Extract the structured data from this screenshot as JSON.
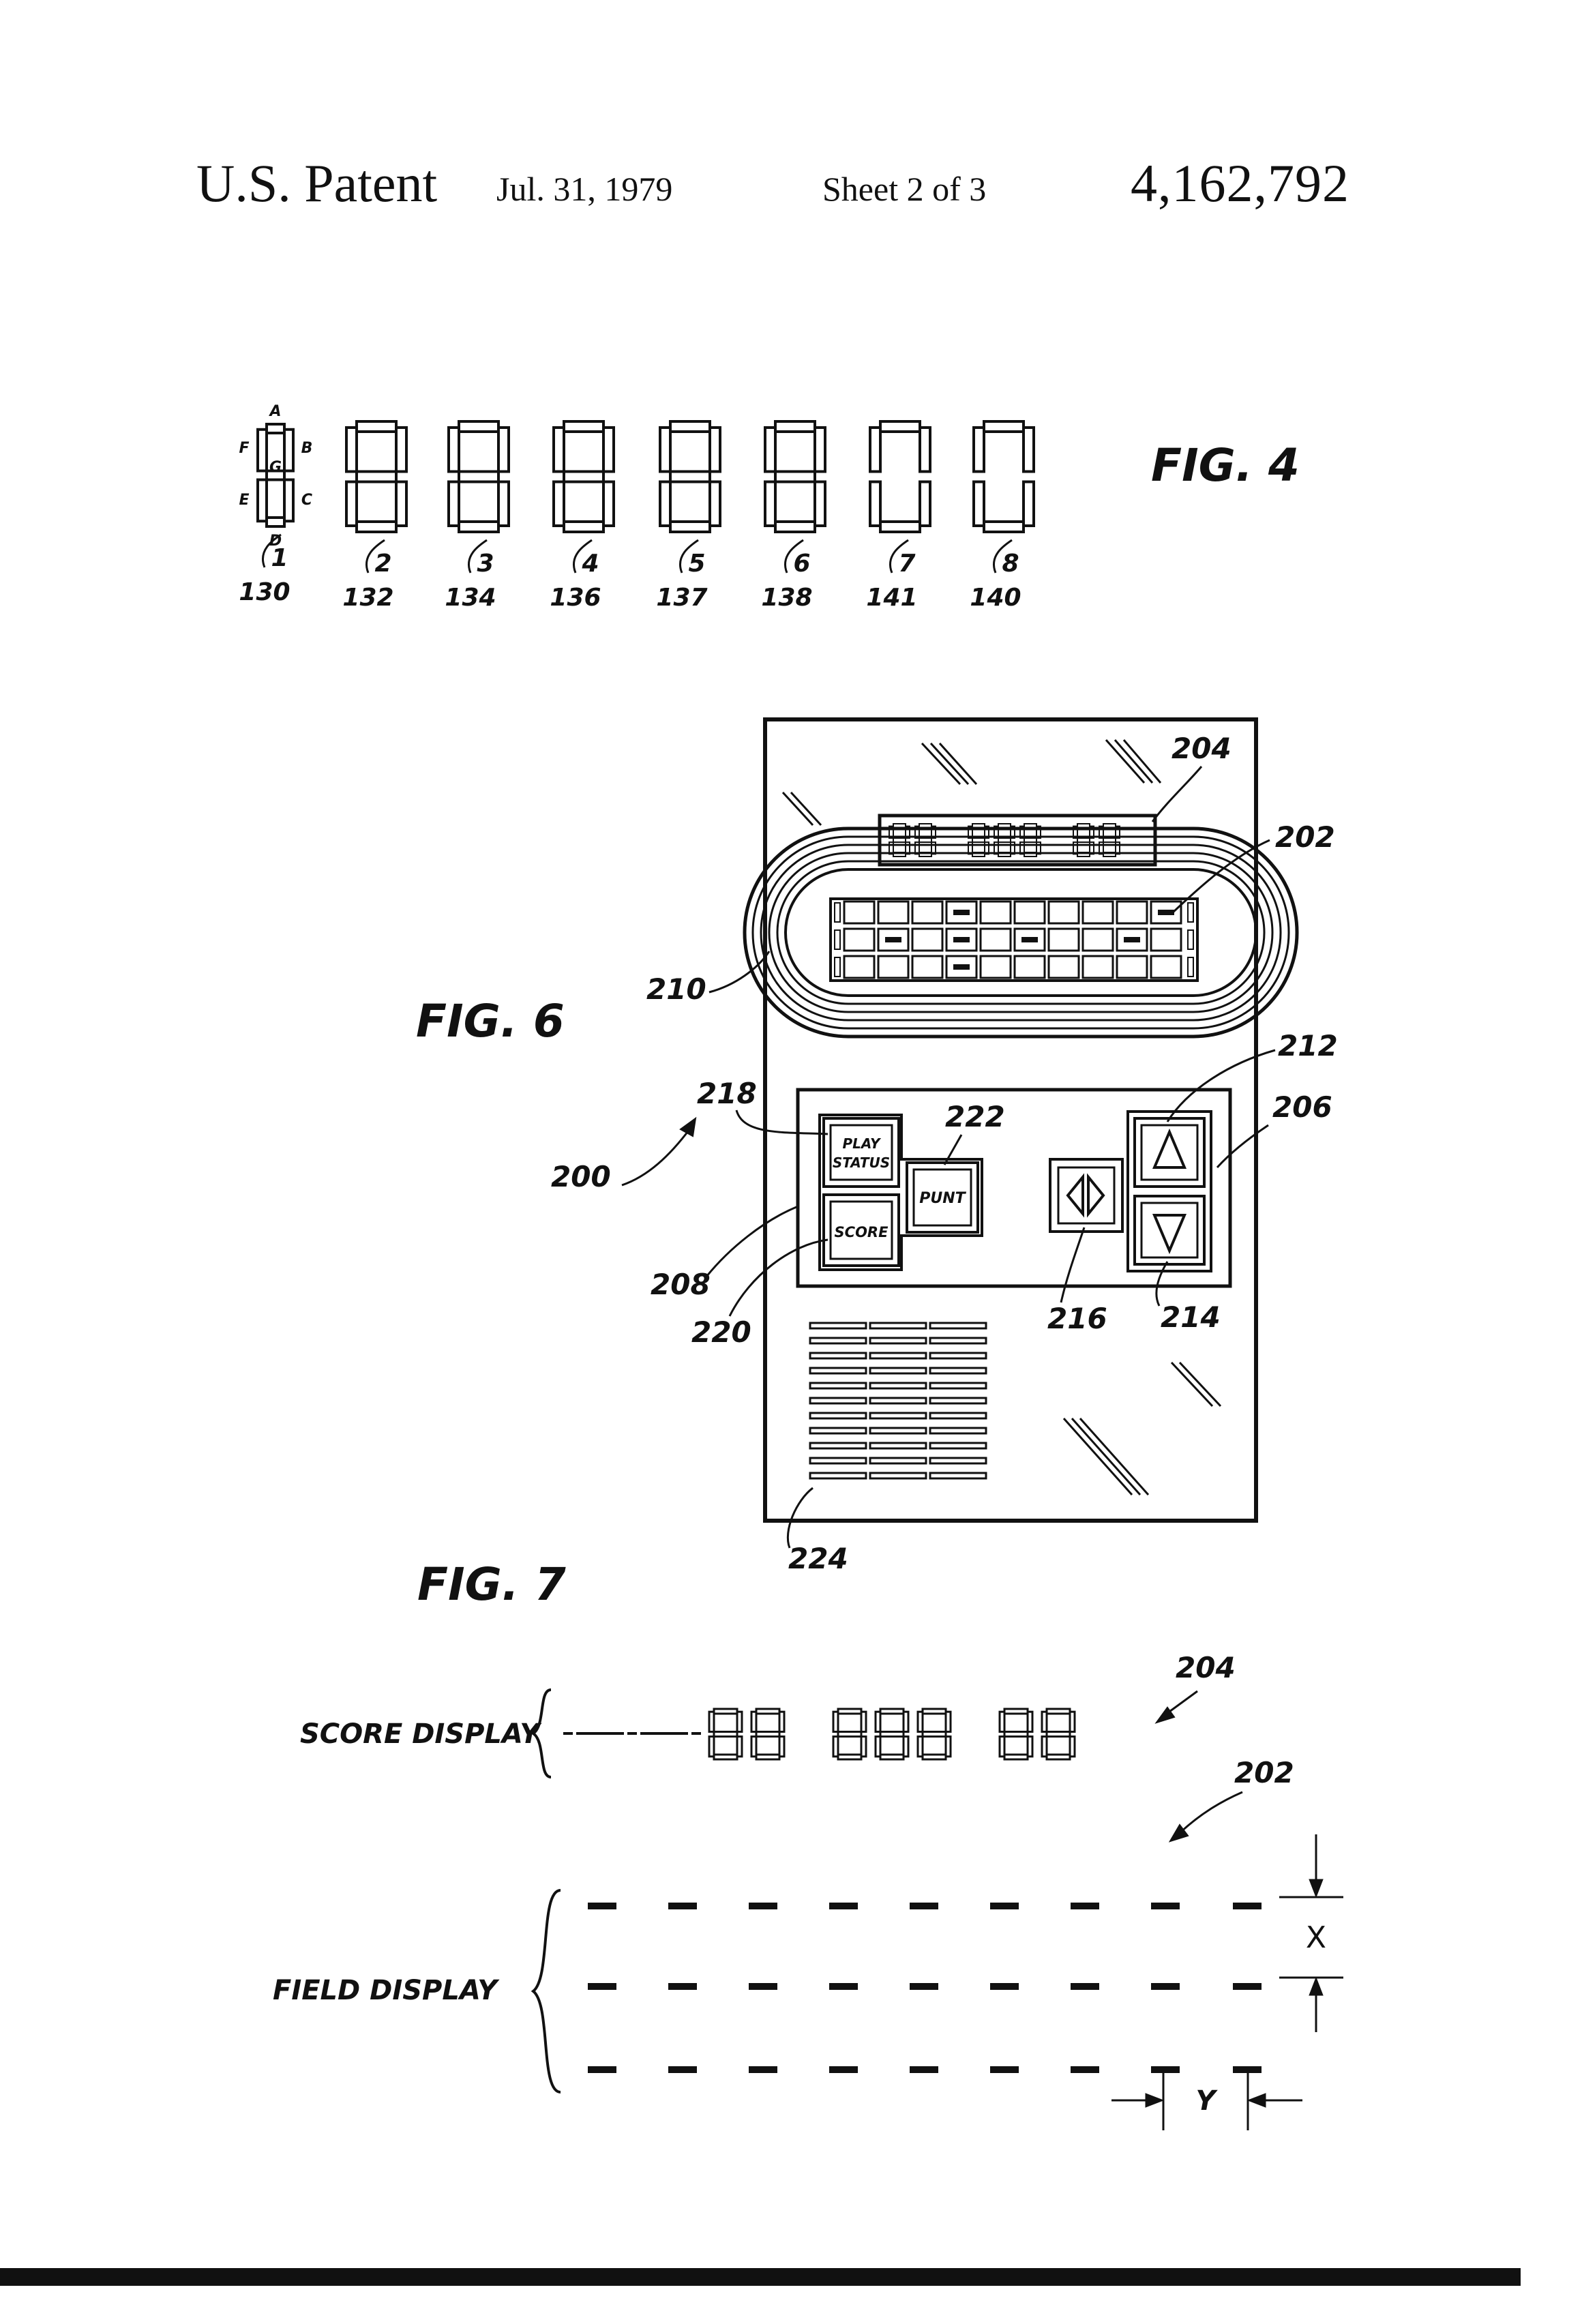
{
  "header": {
    "title": "U.S. Patent",
    "date": "Jul. 31, 1979",
    "sheet": "Sheet 2 of 3",
    "patent_number": "4,162,792"
  },
  "fig4": {
    "label": "FIG. 4",
    "segment_letters": [
      "A",
      "B",
      "C",
      "D",
      "E",
      "F",
      "G"
    ],
    "digits": [
      {
        "index": "1",
        "ref": "130",
        "segments": "ABCDEFG"
      },
      {
        "index": "2",
        "ref": "132",
        "segments": "ABCDEFG"
      },
      {
        "index": "3",
        "ref": "134",
        "segments": "ABCDEFG"
      },
      {
        "index": "4",
        "ref": "136",
        "segments": "ABCDEFG"
      },
      {
        "index": "5",
        "ref": "137",
        "segments": "ABCDEFG"
      },
      {
        "index": "6",
        "ref": "138",
        "segments": "ABCDEFG"
      },
      {
        "index": "7",
        "ref": "141",
        "segments": "ABCDEF"
      },
      {
        "index": "8",
        "ref": "140",
        "segments": "ABCDEF"
      }
    ]
  },
  "fig6": {
    "label": "FIG. 6",
    "score_text": "88 888 88",
    "buttons": {
      "play_status": [
        "PLAY",
        "STATUS"
      ],
      "punt": "PUNT",
      "score": "SCORE"
    },
    "refs": {
      "device": "200",
      "field_display": "202",
      "score_display": "204",
      "keypad_right": "206",
      "keypad_left": "208",
      "track": "210",
      "up_key": "212",
      "down_key": "214",
      "lateral_key": "216",
      "play_status_key": "218",
      "score_key": "220",
      "punt_key": "222",
      "speaker": "224"
    }
  },
  "fig7": {
    "label": "FIG. 7",
    "score_display_label": "SCORE DISPLAY",
    "field_display_label": "FIELD DISPLAY",
    "score_text": "88 888 88",
    "ref_score": "204",
    "ref_field": "202",
    "dimension_x": "X",
    "dimension_y": "Y"
  }
}
